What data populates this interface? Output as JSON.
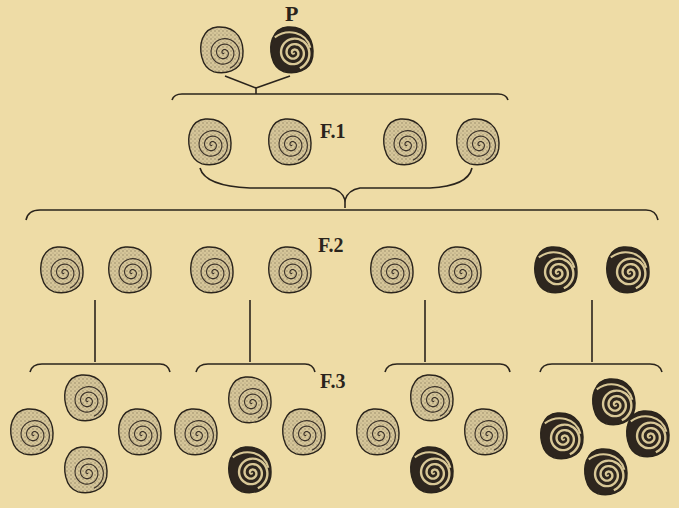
{
  "diagram": {
    "labels": [
      "P",
      "F.1",
      "F.2",
      "F.3"
    ]
  }
}
